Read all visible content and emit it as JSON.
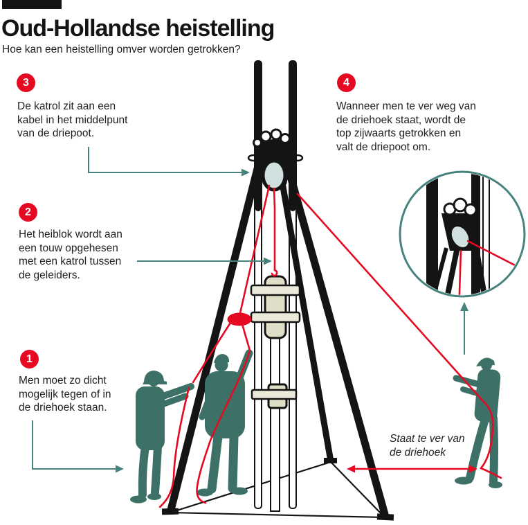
{
  "header": {
    "title": "Oud-Hollandse heistelling",
    "subtitle": "Hoe kan een heistelling omver worden getrokken?"
  },
  "annotations": {
    "step1": {
      "number": "1",
      "lines": [
        "Men moet zo dicht",
        "mogelijk tegen of in",
        "de driehoek staan."
      ]
    },
    "step2": {
      "number": "2",
      "lines": [
        "Het heiblok wordt aan",
        "een touw opgehesen",
        "met een katrol tussen",
        "de geleiders."
      ]
    },
    "step3": {
      "number": "3",
      "lines": [
        "De katrol zit aan een",
        "kabel in het middelpunt",
        "van de driepoot."
      ]
    },
    "step4": {
      "number": "4",
      "lines": [
        "Wanneer men te ver weg van",
        "de driehoek staat, wordt de",
        "top zijwaarts getrokken en",
        "valt de driepoot om."
      ]
    }
  },
  "caption": {
    "lines": [
      "Staat te ver van",
      "de driehoek"
    ]
  },
  "colors": {
    "ink": "#141414",
    "red": "#e50a21",
    "teal": "#47837d",
    "figure": "#3d7168",
    "pulley": "#cfe0df",
    "wood": "#dfdec6",
    "paper": "#ffffff"
  }
}
